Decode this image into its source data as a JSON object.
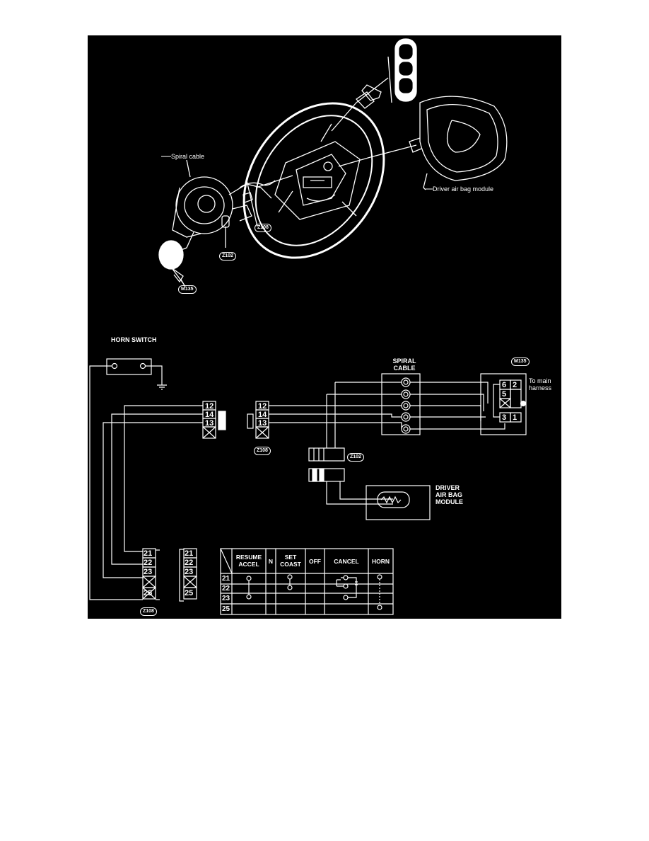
{
  "illustration": {
    "spiral_cable_label": "Spiral cable",
    "driver_airbag_label": "Driver air bag module",
    "connectors": {
      "z108": "Z108",
      "z102": "Z102",
      "m135": "M135"
    },
    "switch_buttons": [
      "RES ACCEL",
      "CANCEL",
      "COAST SET"
    ]
  },
  "schematic": {
    "horn_switch_label": "HORN SWITCH",
    "spiral_cable_label": "SPIRAL CABLE",
    "to_main_harness": "To main harness",
    "driver_airbag_label": "DRIVER AIR BAG MODULE",
    "z108_left_pins": [
      "12",
      "14",
      "13"
    ],
    "z108_right_pins": [
      "12",
      "14",
      "13"
    ],
    "m135_pins": [
      "6",
      "2",
      "5",
      "",
      "3",
      "1"
    ],
    "z108_bottom_left_pins": [
      "21",
      "22",
      "23",
      "",
      "25"
    ],
    "z108_bottom_right_pins": [
      "21",
      "22",
      "23",
      "",
      "25"
    ],
    "tags": {
      "z108_mid": "Z108",
      "z102": "Z102",
      "m135": "M135",
      "z108_bottom": "Z108"
    }
  },
  "switch_table": {
    "headers": [
      "RESUME ACCEL",
      "N",
      "SET COAST",
      "OFF",
      "CANCEL",
      "HORN"
    ],
    "rows": [
      "21",
      "22",
      "23",
      "25"
    ]
  }
}
